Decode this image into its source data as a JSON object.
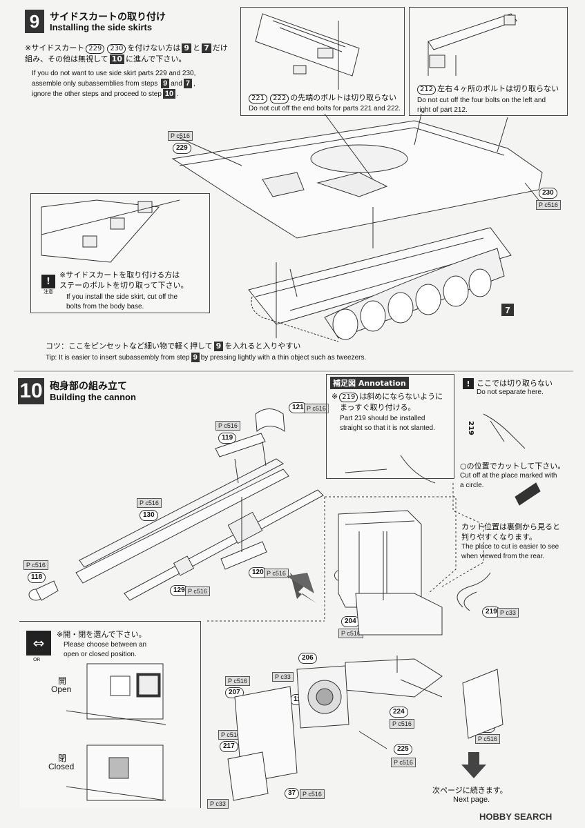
{
  "step9": {
    "number": "9",
    "title_jp": "サイドスカートの取り付け",
    "title_en": "Installing the side skirts",
    "note_jp_1a": "※サイドスカート",
    "note_jp_1b": "を付けない方は",
    "note_jp_1c": "と",
    "note_jp_1d": "だけ",
    "note_jp_2a": "組み、その他は無視して",
    "note_jp_2b": "に進んで下さい。",
    "note_en_1": "If you do not want to use side skirt parts 229 and 230,",
    "note_en_2a": "assemble only subassemblies from steps",
    "note_en_2b": "and",
    "note_en_3": "ignore the other steps and proceed to step",
    "ref_229": "229",
    "ref_230": "230",
    "ref_9": "9",
    "ref_7": "7",
    "ref_10": "10",
    "callout_bolt_end_jp": "の先端のボルトは切り取らない",
    "callout_bolt_end_en": "Do not cut off the end bolts for parts 221 and 222.",
    "callout_bolt_end_parts": [
      "221",
      "222"
    ],
    "callout_212_part": "212",
    "callout_212_jp": "左右４ヶ所のボルトは切り取らない",
    "callout_212_en_1": "Do not cut off the four bolts on the left and",
    "callout_212_en_2": "right of part 212.",
    "part_229": "229",
    "part_230": "230",
    "pbadge": "P c516",
    "subassy_9": "9",
    "subassy_7": "7",
    "inset_warn_jp_1": "※サイドスカートを取り付ける方は",
    "inset_warn_jp_2": "ステーのボルトを切り取って下さい。",
    "inset_warn_en_1": "If you install the side skirt, cut off the",
    "inset_warn_en_2": "bolts from the body base.",
    "warn_caption": "注意",
    "tip_jp_a": "コツ：ここをピンセットなど細い物で軽く押して",
    "tip_jp_b": "を入れると入りやすい",
    "tip_en_a": "Tip: It is easier to insert subassembly from step",
    "tip_en_b": "by pressing lightly with a thin object such as tweezers."
  },
  "step10": {
    "number": "10",
    "title_jp": "砲身部の組み立て",
    "title_en": "Building the cannon",
    "parts": {
      "p121": "121",
      "p119": "119",
      "p130": "130",
      "p118": "118",
      "p129": "129",
      "p120": "120"
    },
    "pbadge": "P c516",
    "annotation_header": "補足図 Annotation",
    "annotation_jp_1a": "※",
    "annotation_part": "219",
    "annotation_jp_1b": "は斜めにならないように",
    "annotation_jp_2": "まっすぐ取り付ける。",
    "annotation_en_1": "Part 219 should be installed",
    "annotation_en_2": "straight so that it is not slanted.",
    "nosep_jp": "ここでは切り取らない",
    "nosep_en": "Do not separate here.",
    "label_219": "219",
    "cut_jp": "○の位置でカットして下さい。",
    "cut_en_1": "Cut off at the place marked with",
    "cut_en_2": "a circle.",
    "cutpos_jp_1": "カット位置は裏側から見ると",
    "cutpos_jp_2": "判りやすくなります。",
    "cutpos_en_1": "The place to cut is easier to see",
    "cutpos_en_2": "when viewed from the rear.",
    "parts2": {
      "p218": "218",
      "p204": "204",
      "p219": "219",
      "p206": "206",
      "p207": "207",
      "p110": "110",
      "p224": "224",
      "p205": "205",
      "p217": "217",
      "p225": "225",
      "p37": "37"
    },
    "pbadge_c33": "P c33",
    "choose_jp": "※開・閉を選んで下さい。",
    "choose_en_1": "Please choose between an",
    "choose_en_2": "open or closed position.",
    "or_label": "OR",
    "open_jp": "開",
    "open_en": "Open",
    "closed_jp": "閉",
    "closed_en": "Closed",
    "next_jp": "次ページに続きます。",
    "next_en": "Next page."
  },
  "watermark": "HOBBY SEARCH"
}
